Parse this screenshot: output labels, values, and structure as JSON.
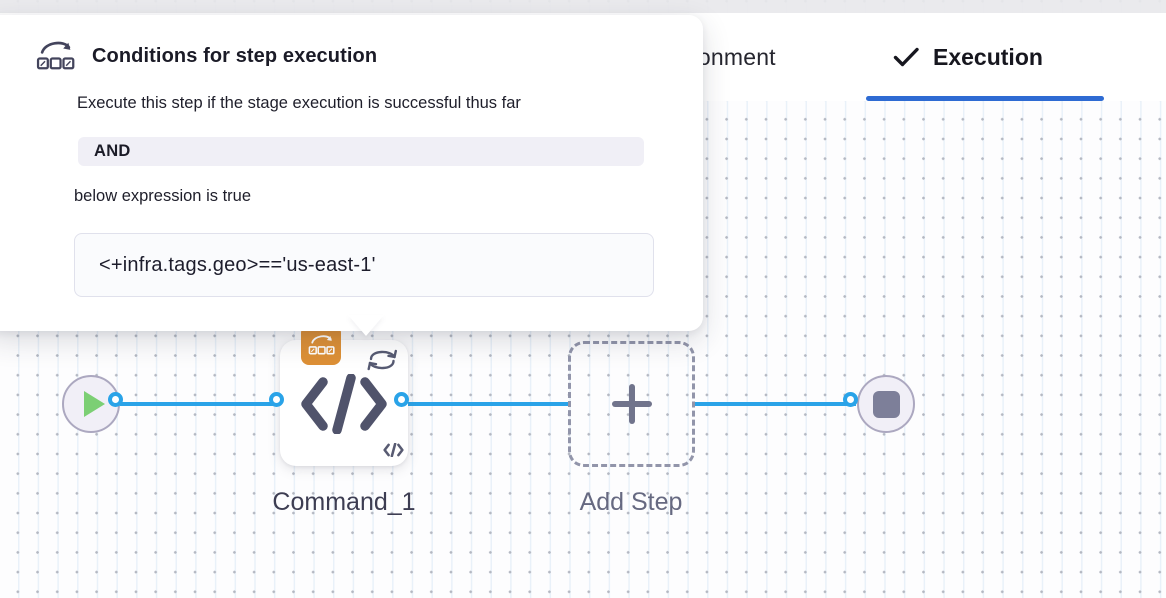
{
  "tabs": {
    "environment_partial": "ronment",
    "execution": "Execution"
  },
  "popover": {
    "title": "Conditions for step execution",
    "description": "Execute this step if the stage execution is successful thus far",
    "operator": "AND",
    "expression_intro": "below expression is true",
    "expression": "<+infra.tags.geo>=='us-east-1'"
  },
  "pipeline": {
    "step_label": "Command_1",
    "add_step_label": "Add Step"
  },
  "icons": {
    "popover_header": "conditional-execution-icon",
    "step_badge": "conditional-execution-badge-icon",
    "step_type": "code-icon",
    "loop": "loop-icon",
    "start": "play-icon",
    "end": "stop-icon",
    "add": "plus-icon",
    "active_tab": "check-icon"
  },
  "colors": {
    "tab_underline": "#2e6bd3",
    "connector_blue": "#2aa3e8",
    "badge_orange": "#dd9036",
    "play_green": "#7ccf74",
    "node_fill": "#f1eff7",
    "and_chip_bg": "#f0eff6"
  }
}
